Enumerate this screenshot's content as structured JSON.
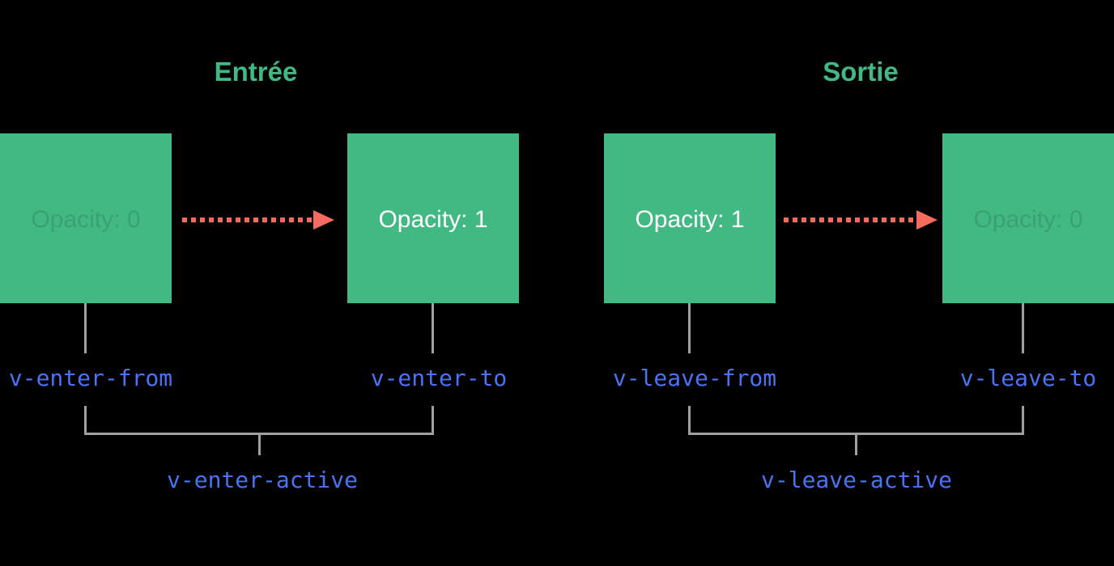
{
  "diagram": {
    "background": "#000000",
    "colors": {
      "box_green": "#42b883",
      "title_green": "#42b883",
      "arrow_red": "#f66a5f",
      "label_blue": "#4a73f3",
      "line_gray": "#a0a0a0",
      "solid_text": "#ffffff",
      "faded_text": "rgba(0,0,0,0.12)"
    },
    "enter": {
      "title": "Entrée",
      "from_box_label": "Opacity: 0",
      "to_box_label": "Opacity: 1",
      "from_class": "v-enter-from",
      "to_class": "v-enter-to",
      "active_class": "v-enter-active"
    },
    "leave": {
      "title": "Sortie",
      "from_box_label": "Opacity: 1",
      "to_box_label": "Opacity: 0",
      "from_class": "v-leave-from",
      "to_class": "v-leave-to",
      "active_class": "v-leave-active"
    }
  }
}
